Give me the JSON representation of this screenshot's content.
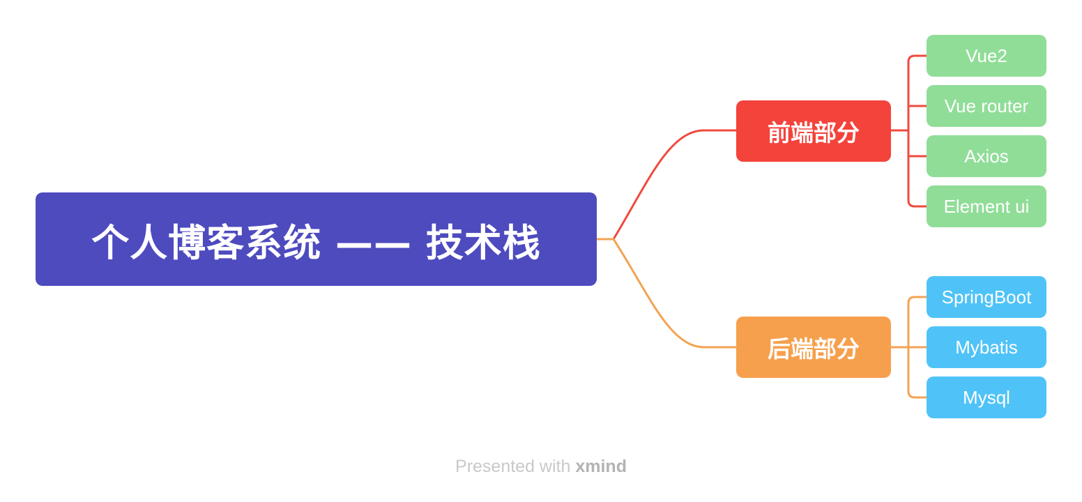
{
  "mindmap": {
    "root": {
      "label": "个人博客系统 —— 技术栈",
      "color": "#4e4bbf"
    },
    "branches": [
      {
        "label": "前端部分",
        "color": "#f4433b",
        "line_color": "#ef4a3f",
        "leaf_color": "#90dd97",
        "leaves": [
          "Vue2",
          "Vue router",
          "Axios",
          "Element ui"
        ]
      },
      {
        "label": "后端部分",
        "color": "#f6a04d",
        "line_color": "#f3a354",
        "leaf_color": "#4fc3f7",
        "leaves": [
          "SpringBoot",
          "Mybatis",
          "Mysql"
        ]
      }
    ]
  },
  "footer": {
    "prefix": "Presented with ",
    "brand": "xmind"
  }
}
